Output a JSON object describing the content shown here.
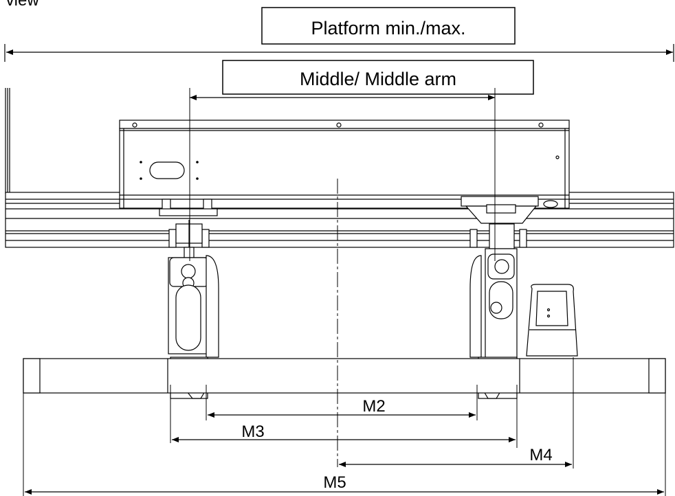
{
  "view": {
    "title_fragment": "r view"
  },
  "boxes": {
    "platform": "Platform min./max.",
    "middle": "Middle/ Middle arm"
  },
  "dimensions": {
    "m2": "M2",
    "m3": "M3",
    "m4": "M4",
    "m5": "M5"
  }
}
